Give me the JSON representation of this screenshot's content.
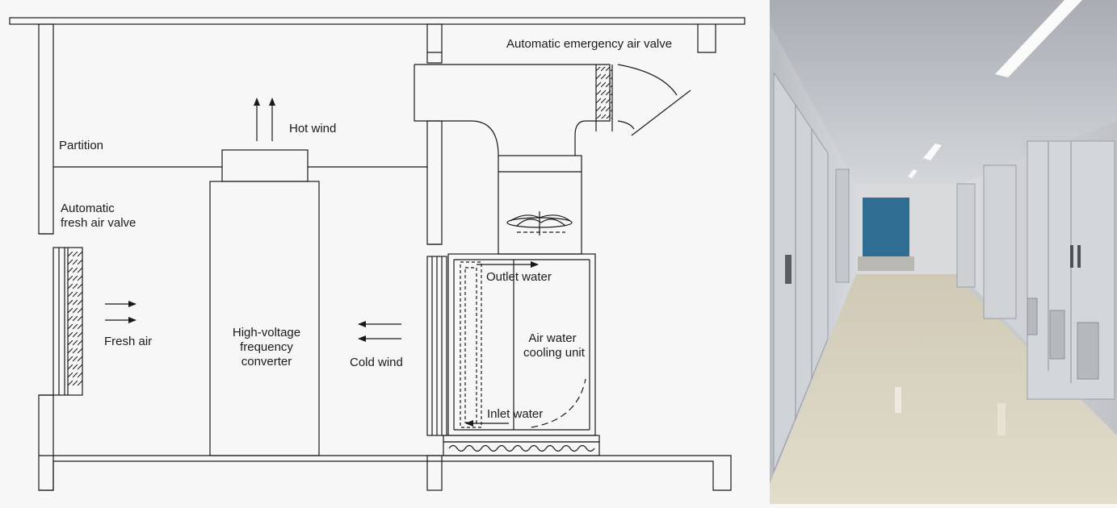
{
  "diagram": {
    "labels": {
      "emergency_valve": "Automatic emergency air valve",
      "hot_wind": "Hot wind",
      "partition": "Partition",
      "fresh_valve_line1": "Automatic",
      "fresh_valve_line2": "fresh air valve",
      "fresh_air": "Fresh air",
      "converter_line1": "High-voltage",
      "converter_line2": "frequency",
      "converter_line3": "converter",
      "cold_wind": "Cold wind",
      "outlet_water": "Outlet water",
      "cooling_line1": "Air water",
      "cooling_line2": "cooling unit",
      "inlet_water": "Inlet water"
    }
  },
  "photo": {
    "subject": "converter room corridor photo"
  },
  "colors": {
    "line": "#1a1a1a",
    "background": "#f7f7f7",
    "photo_wall": "#c9ccd0",
    "photo_floor": "#d9d2bd",
    "photo_door": "#2f6d92"
  }
}
